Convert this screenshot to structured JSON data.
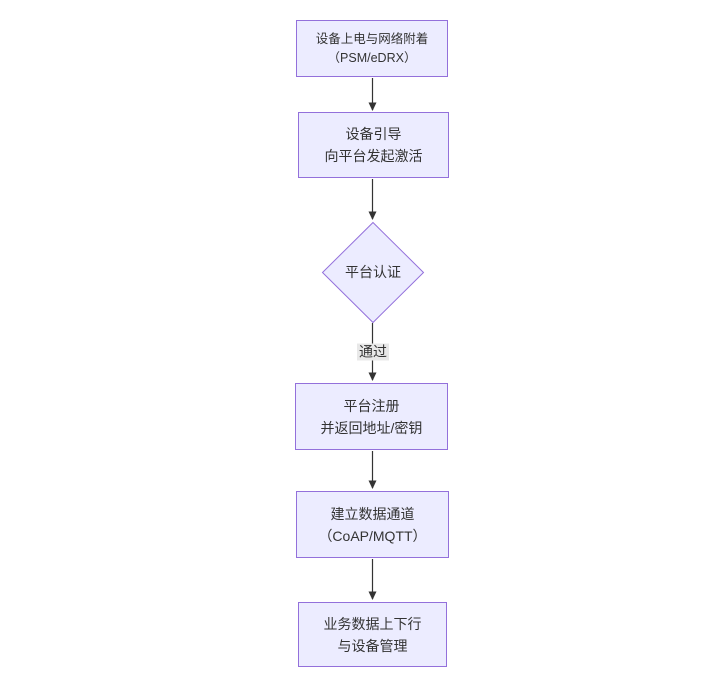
{
  "diagram": {
    "type": "flowchart",
    "direction": "top-down",
    "nodes": [
      {
        "id": "A",
        "shape": "rect",
        "lines": [
          "设备上电与网络附着",
          "（PSM/eDRX）"
        ]
      },
      {
        "id": "B",
        "shape": "rect",
        "lines": [
          "设备引导",
          "向平台发起激活"
        ]
      },
      {
        "id": "C",
        "shape": "diamond",
        "label": "平台认证"
      },
      {
        "id": "D",
        "shape": "rect",
        "lines": [
          "平台注册",
          "并返回地址/密钥"
        ]
      },
      {
        "id": "E",
        "shape": "rect",
        "lines": [
          "建立数据通道",
          "（CoAP/MQTT）"
        ]
      },
      {
        "id": "F",
        "shape": "rect",
        "lines": [
          "业务数据上下行",
          "与设备管理"
        ]
      }
    ],
    "edges": [
      {
        "from": "A",
        "to": "B",
        "label": ""
      },
      {
        "from": "B",
        "to": "C",
        "label": ""
      },
      {
        "from": "C",
        "to": "D",
        "label": "通过"
      },
      {
        "from": "D",
        "to": "E",
        "label": ""
      },
      {
        "from": "E",
        "to": "F",
        "label": ""
      }
    ],
    "colors": {
      "node_fill": "#ECECFF",
      "node_border": "#9370DB",
      "text": "#333333",
      "edge_line": "#333333",
      "edge_label_bg": "#e8e8e8",
      "background": "#ffffff"
    }
  }
}
